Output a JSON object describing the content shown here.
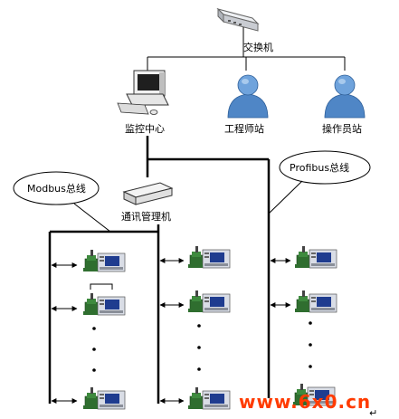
{
  "labels": {
    "switch": "交换机",
    "monitor_center": "监控中心",
    "engineer_station": "工程师站",
    "operator_station": "操作员站",
    "comm_manager": "通讯管理机",
    "modbus_bus": "Modbus总线",
    "profibus_bus": "Profibus总线"
  },
  "watermark": "www.6x0.cn",
  "return_mark": "↵",
  "icons": {
    "switch": "network-switch-icon",
    "computer": "desktop-computer-icon",
    "person": "user-person-icon",
    "comm_manager": "comm-manager-device-icon",
    "meter": "power-meter-device-icon"
  },
  "colors": {
    "watermark": "#ff3b00",
    "person_blue": "#4f86c6",
    "meter_green": "#3e8a3e",
    "meter_screen": "#1f3c8f",
    "bus_line": "#000000"
  }
}
